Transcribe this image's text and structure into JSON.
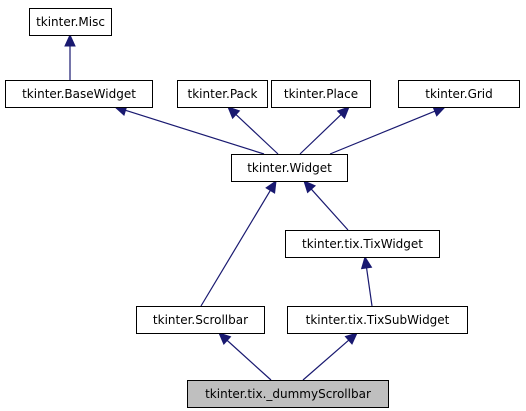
{
  "diagram": {
    "type": "class-inheritance-graph",
    "colors": {
      "edge": "#191970",
      "node_border": "#000000",
      "node_fill": "#ffffff",
      "highlight_fill": "#bfbfbf"
    },
    "nodes": [
      {
        "id": "misc",
        "label": "tkinter.Misc",
        "highlight": false
      },
      {
        "id": "basewidget",
        "label": "tkinter.BaseWidget",
        "highlight": false
      },
      {
        "id": "pack",
        "label": "tkinter.Pack",
        "highlight": false
      },
      {
        "id": "place",
        "label": "tkinter.Place",
        "highlight": false
      },
      {
        "id": "grid",
        "label": "tkinter.Grid",
        "highlight": false
      },
      {
        "id": "widget",
        "label": "tkinter.Widget",
        "highlight": false
      },
      {
        "id": "tixwidget",
        "label": "tkinter.tix.TixWidget",
        "highlight": false
      },
      {
        "id": "scrollbar",
        "label": "tkinter.Scrollbar",
        "highlight": false
      },
      {
        "id": "tixsubwidget",
        "label": "tkinter.tix.TixSubWidget",
        "highlight": false
      },
      {
        "id": "dummyscrollbar",
        "label": "tkinter.tix._dummyScrollbar",
        "highlight": true
      }
    ],
    "edges": [
      {
        "from": "basewidget",
        "to": "misc"
      },
      {
        "from": "widget",
        "to": "basewidget"
      },
      {
        "from": "widget",
        "to": "pack"
      },
      {
        "from": "widget",
        "to": "place"
      },
      {
        "from": "widget",
        "to": "grid"
      },
      {
        "from": "scrollbar",
        "to": "widget"
      },
      {
        "from": "tixwidget",
        "to": "widget"
      },
      {
        "from": "tixsubwidget",
        "to": "tixwidget"
      },
      {
        "from": "dummyscrollbar",
        "to": "scrollbar"
      },
      {
        "from": "dummyscrollbar",
        "to": "tixsubwidget"
      }
    ]
  }
}
